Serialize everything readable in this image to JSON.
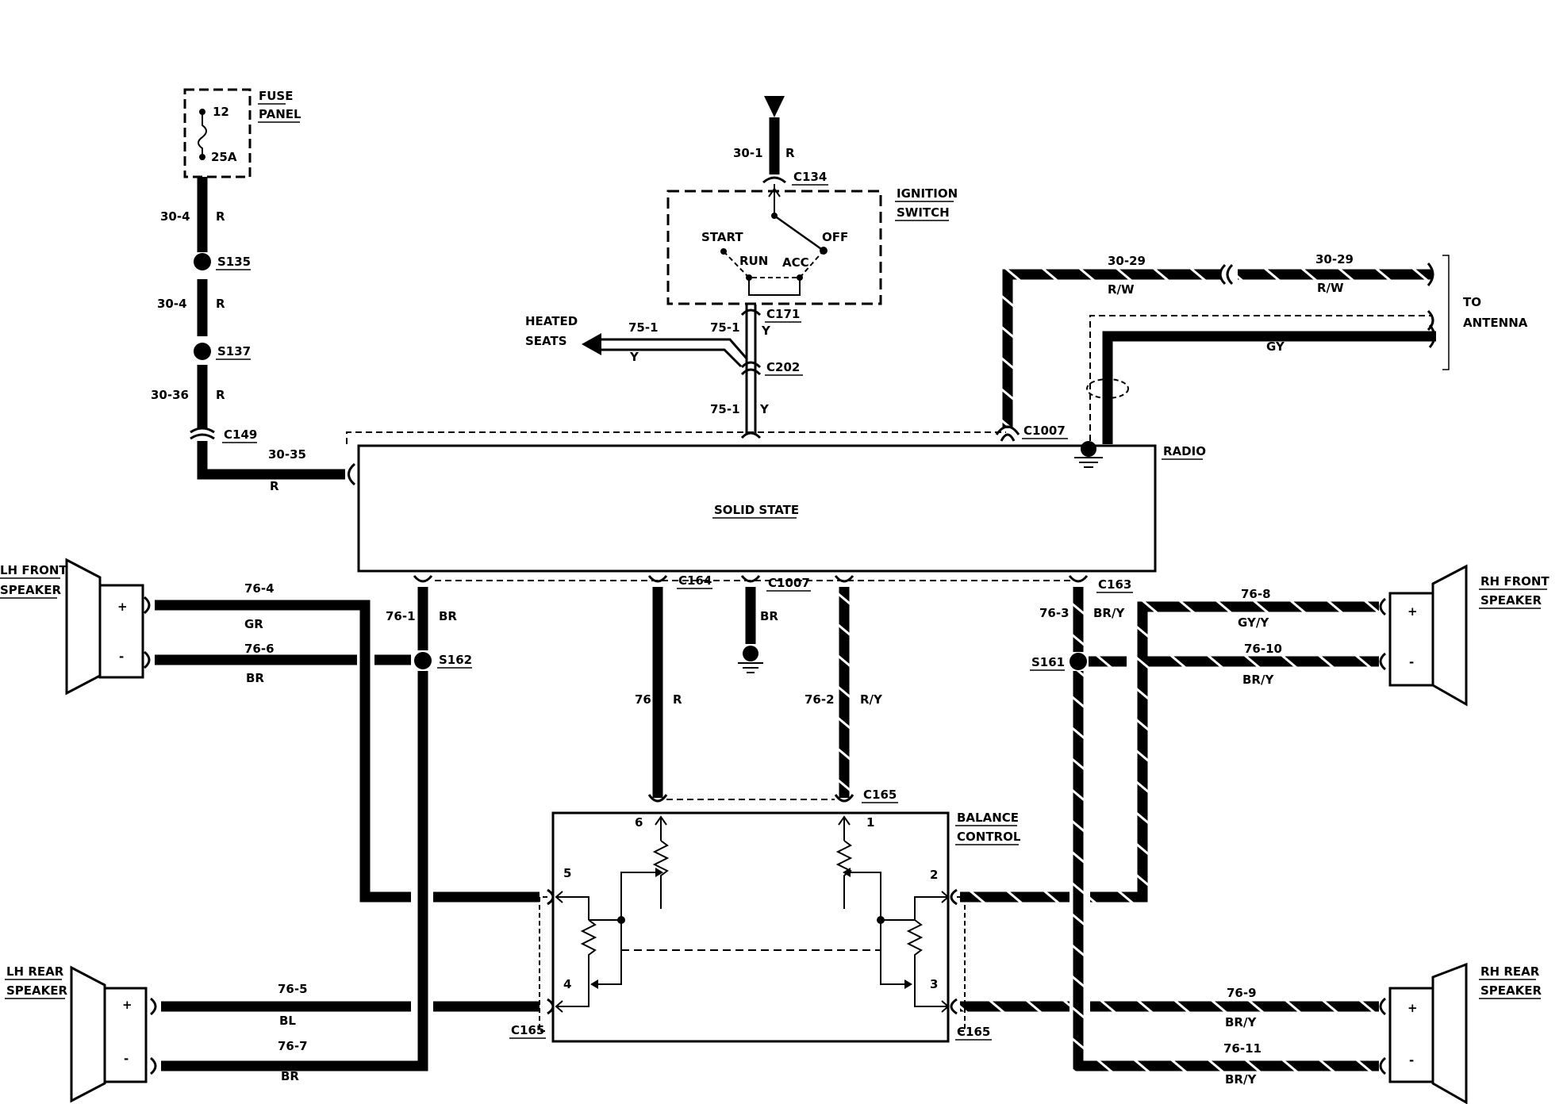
{
  "fuse_panel": {
    "title_line1": "FUSE",
    "title_line2": "PANEL",
    "fuse_number": "12",
    "fuse_rating": "25A"
  },
  "ignition_switch": {
    "title_line1": "IGNITION",
    "title_line2": "SWITCH",
    "pos_start": "START",
    "pos_off": "OFF",
    "pos_run": "RUN",
    "pos_acc": "ACC"
  },
  "radio": {
    "title": "RADIO",
    "body_label": "SOLID STATE"
  },
  "balance_control": {
    "title_line1": "BALANCE",
    "title_line2": "CONTROL",
    "pins": [
      "6",
      "1",
      "5",
      "4",
      "2",
      "3"
    ]
  },
  "heated_seats": {
    "line1": "HEATED",
    "line2": "SEATS"
  },
  "antenna": {
    "line1": "TO",
    "line2": "ANTENNA"
  },
  "speakers": {
    "lh_front": {
      "line1": "LH FRONT",
      "line2": "SPEAKER"
    },
    "rh_front": {
      "line1": "RH FRONT",
      "line2": "SPEAKER"
    },
    "lh_rear": {
      "line1": "LH REAR",
      "line2": "SPEAKER"
    },
    "rh_rear": {
      "line1": "RH REAR",
      "line2": "SPEAKER"
    },
    "plus": "+",
    "minus": "-"
  },
  "connectors": {
    "c134": "C134",
    "c171": "C171",
    "c202": "C202",
    "c149": "C149",
    "c1007_top": "C1007",
    "c164": "C164",
    "c1007_bottom": "C1007",
    "c163": "C163",
    "c165_top": "C165",
    "c165_left": "C165",
    "c165_right": "C165"
  },
  "splices": {
    "s135": "S135",
    "s137": "S137",
    "s162": "S162",
    "s161": "S161"
  },
  "circuits": {
    "c30_1": "30-1",
    "c30_1_color": "R",
    "c30_4a": "30-4",
    "c30_4a_color": "R",
    "c30_4b": "30-4",
    "c30_4b_color": "R",
    "c30_36": "30-36",
    "c30_36_color": "R",
    "c30_35": "30-35",
    "c30_35_color": "R",
    "c75_1_a": "75-1",
    "c75_1_a_color": "Y",
    "c75_1_b": "75-1",
    "c75_1_b_color": "Y",
    "c75_1_c": "75-1",
    "c75_1_c_color": "Y",
    "c30_29_a": "30-29",
    "c30_29_a_color": "R/W",
    "c30_29_b": "30-29",
    "c30_29_b_color": "R/W",
    "antenna_gy": "GY",
    "c76_4": "76-4",
    "c76_4_color": "GR",
    "c76_6": "76-6",
    "c76_6_color": "BR",
    "c76_1": "76-1",
    "c76_1_color": "BR",
    "c76": "76",
    "c76_color": "R",
    "c1007_ground_color": "BR",
    "c76_2": "76-2",
    "c76_2_color": "R/Y",
    "c76_3": "76-3",
    "c76_3_color": "BR/Y",
    "c76_8": "76-8",
    "c76_8_color": "GY/Y",
    "c76_10": "76-10",
    "c76_10_color": "BR/Y",
    "c76_5": "76-5",
    "c76_5_color": "BL",
    "c76_7": "76-7",
    "c76_7_color": "BR",
    "c76_9": "76-9",
    "c76_9_color": "BR/Y",
    "c76_11": "76-11",
    "c76_11_color": "BR/Y"
  },
  "colors": {
    "ink": "#000000",
    "paper": "#ffffff"
  }
}
